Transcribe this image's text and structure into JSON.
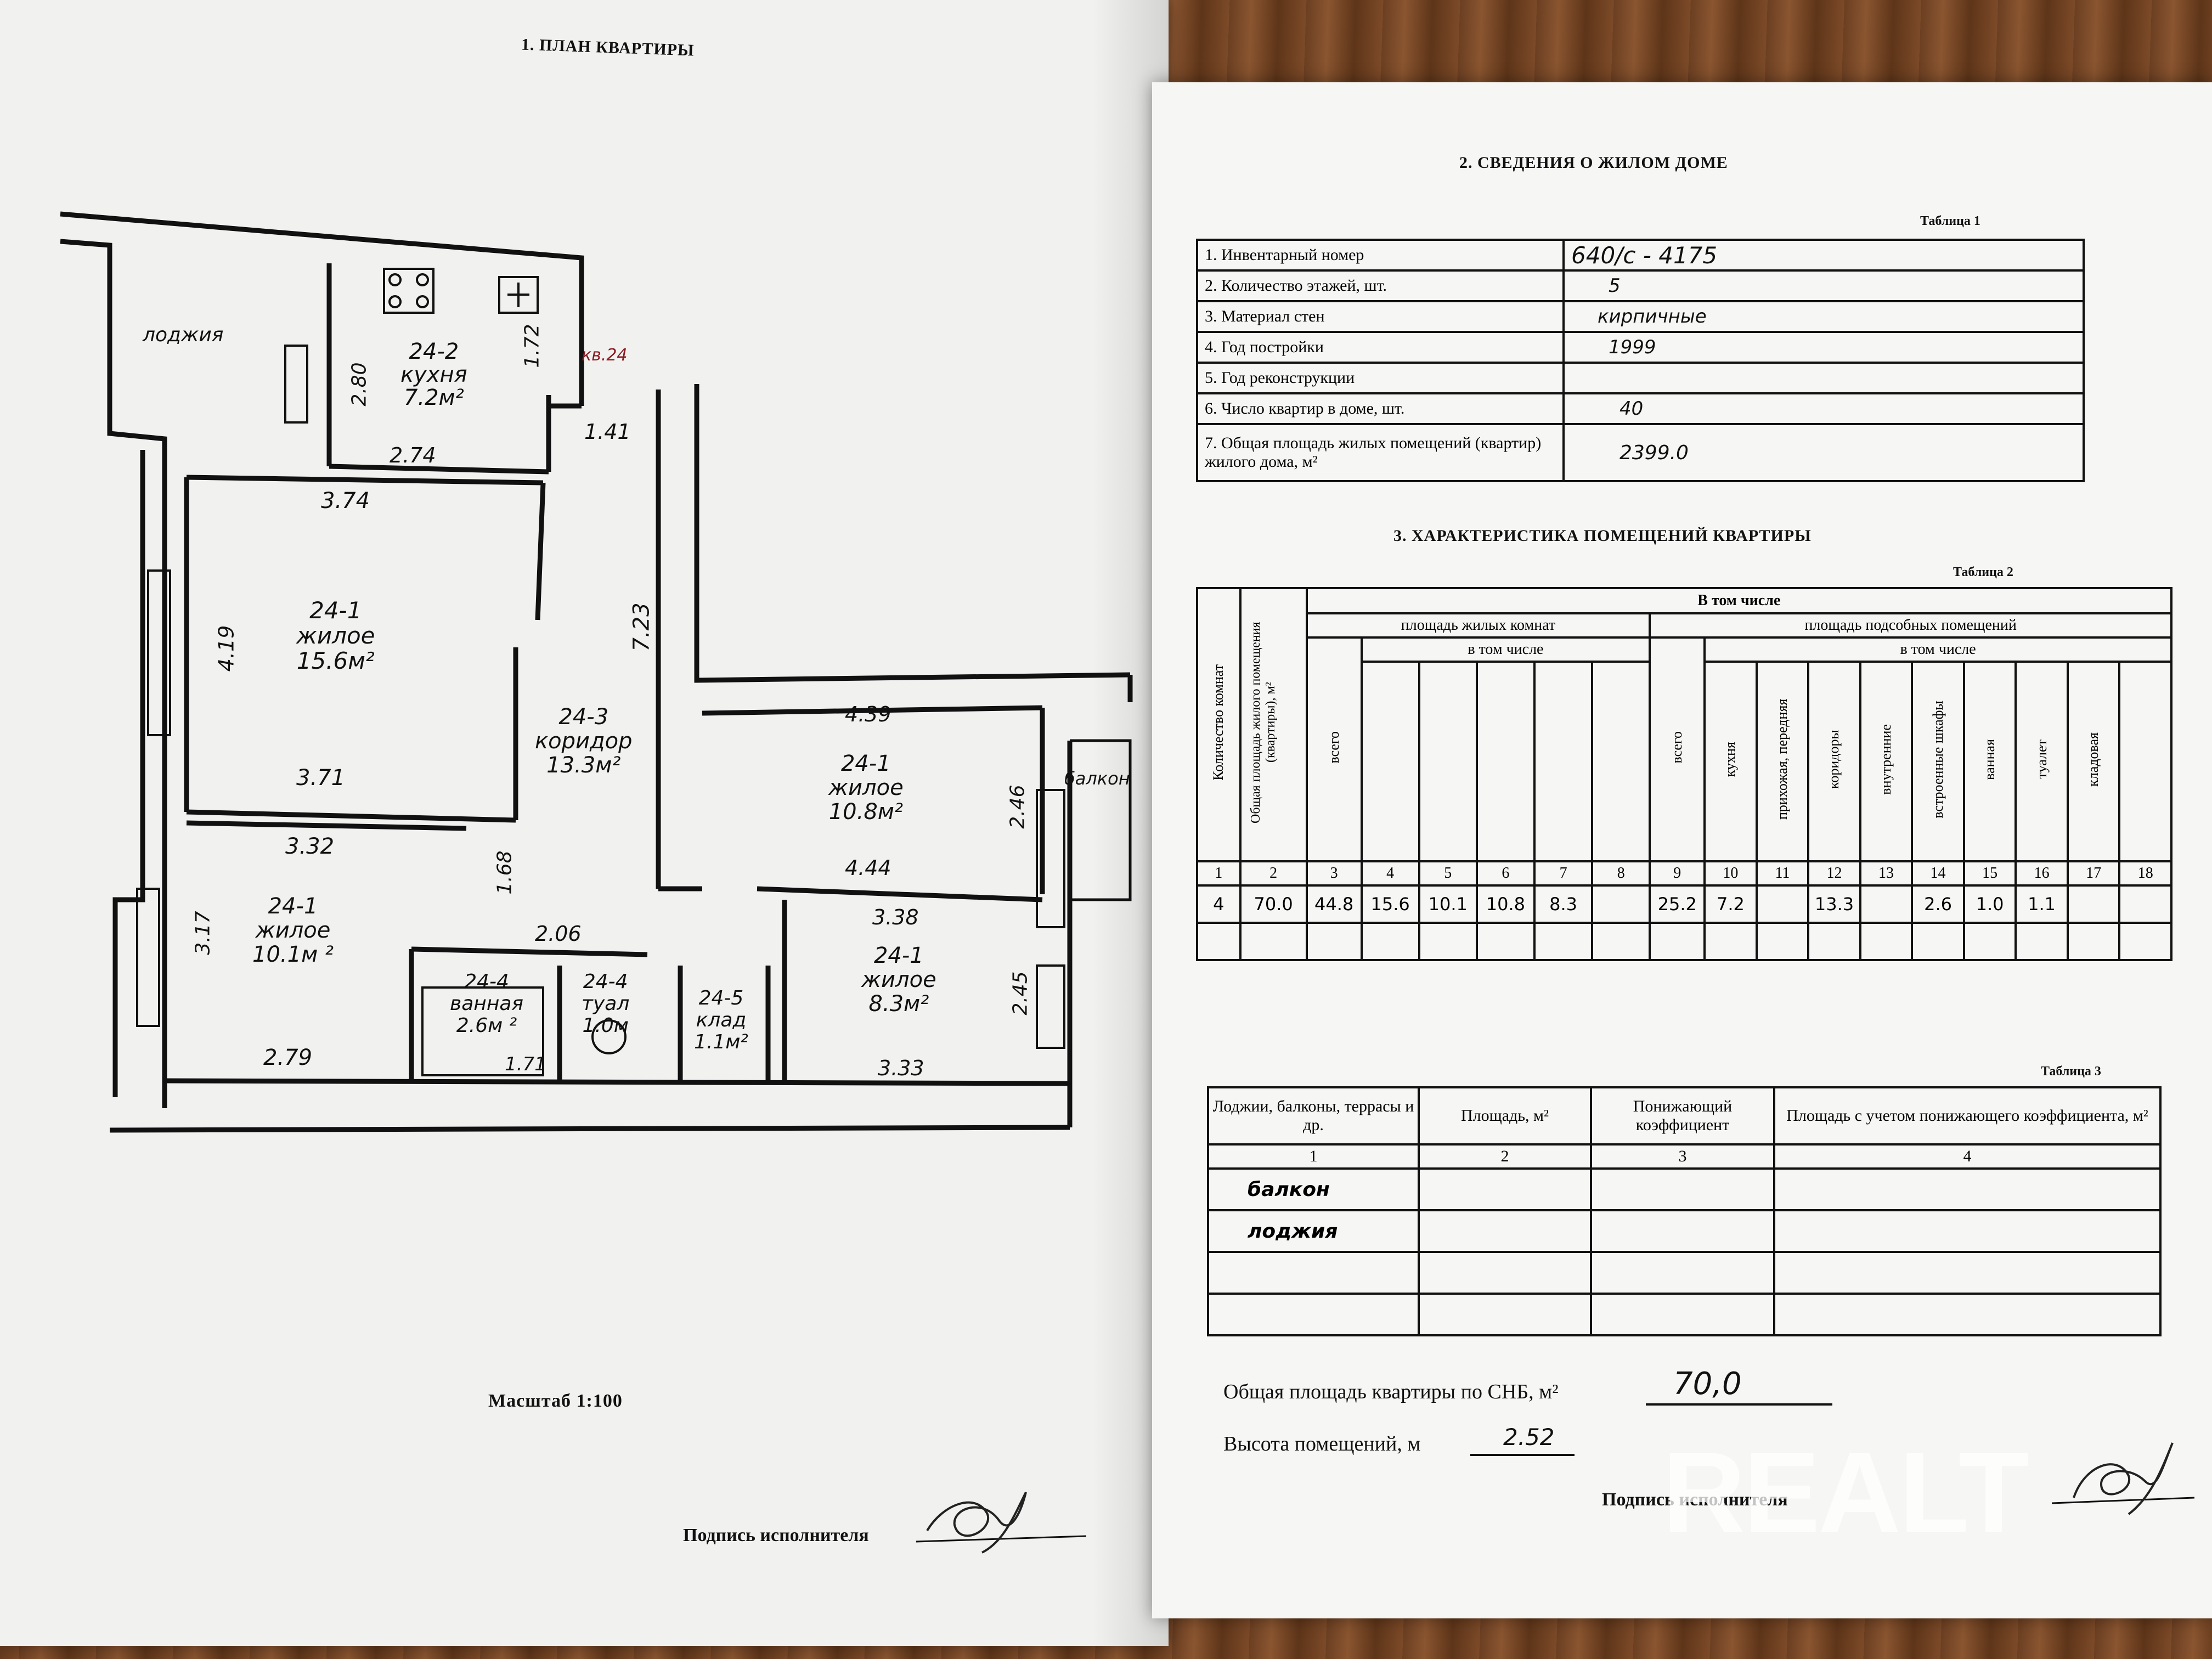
{
  "left": {
    "title": "1. ПЛАН КВАРТИРЫ",
    "scale": "Масштаб 1:100",
    "signature_label": "Подпись исполнителя",
    "apt_label": "кв.24",
    "plan": {
      "loggia": "лоджия",
      "balcony": "балкон",
      "rooms": [
        {
          "code": "24-2",
          "name": "кухня",
          "area": "7.2м²"
        },
        {
          "code": "24-1",
          "name": "жилое",
          "area": "15.6м²"
        },
        {
          "code": "24-3",
          "name": "коридор",
          "area": "13.3м²"
        },
        {
          "code": "24-1",
          "name": "жилое",
          "area": "10.8м²"
        },
        {
          "code": "24-1",
          "name": "жилое",
          "area": "10.1м ²"
        },
        {
          "code": "24-4",
          "name": "ванная",
          "area": "2.6м ²"
        },
        {
          "code": "24-4",
          "name": "туал",
          "area": "1.0м"
        },
        {
          "code": "24-5",
          "name": "клад",
          "area": "1.1м²"
        },
        {
          "code": "24-1",
          "name": "жилое",
          "area": "8.3м²"
        }
      ],
      "dims": [
        "2.80",
        "1.72",
        "2.74",
        "1.41",
        "3.74",
        "4.19",
        "7.23",
        "3.71",
        "4.39",
        "2.46",
        "3.32",
        "1.68",
        "4.44",
        "3.17",
        "2.06",
        "3.38",
        "2.45",
        "2.79",
        "1.71",
        "3.33"
      ]
    }
  },
  "right": {
    "section2": "2. СВЕДЕНИЯ О ЖИЛОМ ДОМЕ",
    "table1_caption": "Таблица 1",
    "table1": [
      {
        "label": "1. Инвентарный номер",
        "value": "640/с - 4175"
      },
      {
        "label": "2. Количество этажей, шт.",
        "value": "5"
      },
      {
        "label": "3. Материал стен",
        "value": "кирпичные"
      },
      {
        "label": "4. Год постройки",
        "value": "1999"
      },
      {
        "label": "5. Год реконструкции",
        "value": ""
      },
      {
        "label": "6. Число квартир в доме, шт.",
        "value": "40"
      },
      {
        "label": "7. Общая площадь жилых помещений (квартир) жилого дома, м²",
        "value": "2399.0"
      }
    ],
    "section3": "3. ХАРАКТЕРИСТИКА ПОМЕЩЕНИЙ КВАРТИРЫ",
    "table2_caption": "Таблица 2",
    "table2": {
      "h_incl": "В том числе",
      "h_living": "площадь жилых комнат",
      "h_aux": "площадь подсобных помещений",
      "h_incl_small": "в том числе",
      "col_rooms": "Количество комнат",
      "col_total": "Общая площадь жилого помещения (квартиры), м²",
      "col_all": "всего",
      "aux_cols": [
        "кухня",
        "прихожая, передняя",
        "коридоры",
        "внутренние",
        "встроенные шкафы",
        "ванная",
        "туалет",
        "кладовая"
      ],
      "nums": [
        "1",
        "2",
        "3",
        "4",
        "5",
        "6",
        "7",
        "8",
        "9",
        "10",
        "11",
        "12",
        "13",
        "14",
        "15",
        "16",
        "17",
        "18"
      ],
      "row": [
        "4",
        "70.0",
        "44.8",
        "15.6",
        "10.1",
        "10.8",
        "8.3",
        "",
        "25.2",
        "7.2",
        "",
        "13.3",
        "",
        "2.6",
        "1.0",
        "1.1",
        "",
        ""
      ]
    },
    "table3_caption": "Таблица 3",
    "table3": {
      "headers": [
        "Лоджии, балконы, террасы и др.",
        "Площадь, м²",
        "Понижающий коэффициент",
        "Площадь с учетом понижающего коэффициента, м²"
      ],
      "nums": [
        "1",
        "2",
        "3",
        "4"
      ],
      "rows": [
        "балкон",
        "лоджия",
        "",
        ""
      ]
    },
    "total_label": "Общая площадь квартиры по СНБ, м²",
    "total_value": "70,0",
    "height_label": "Высота помещений, м",
    "height_value": "2.52",
    "signature_label": "Подпись исполнителя",
    "watermark": "REALT"
  }
}
